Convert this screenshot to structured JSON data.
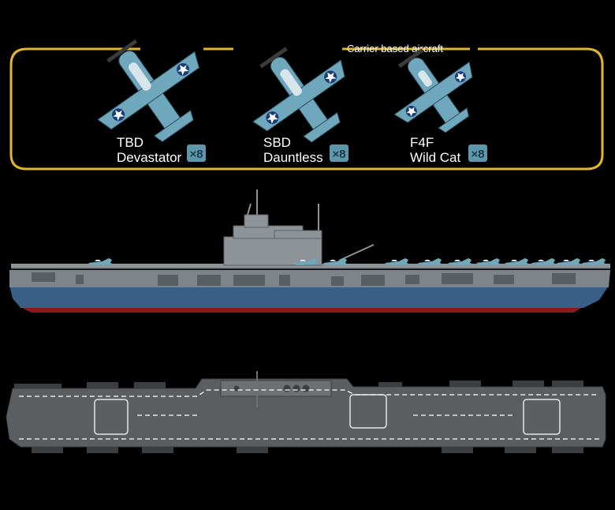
{
  "panel": {
    "title": "Carrier based aircraft",
    "border_color": "#e2b52a"
  },
  "aircraft": [
    {
      "line1": "TBD",
      "line2": "Devastator",
      "count": "×8"
    },
    {
      "line1": "SBD",
      "line2": "Dauntless",
      "count": "×8"
    },
    {
      "line1": "F4F",
      "line2": "Wild Cat",
      "count": "×8"
    }
  ],
  "colors": {
    "background": "#000000",
    "aircraft_blue": "#6fa7bd",
    "badge_blue": "#5e96ab",
    "hull_gray": "#7e8589",
    "hull_blue": "#3a5f86",
    "boot_red": "#8c1a1a",
    "deck_gray": "#5b5e60"
  },
  "icons": [
    "tbd-devastator-icon",
    "sbd-dauntless-icon",
    "f4f-wildcat-icon",
    "carrier-side-view-icon",
    "carrier-deck-view-icon"
  ]
}
